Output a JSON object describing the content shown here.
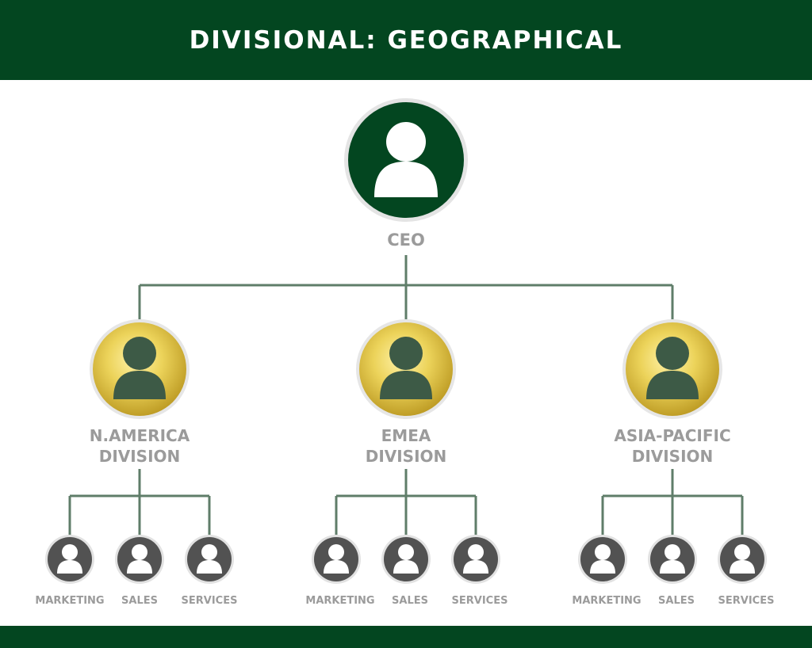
{
  "header": {
    "title": "DIVISIONAL: GEOGRAPHICAL"
  },
  "colors": {
    "brand_green": "#034620",
    "connector": "#5f7d69",
    "gold": "#e3c84a",
    "dept_gray": "#525252",
    "label_gray": "#9b9b9b"
  },
  "ceo": {
    "label": "CEO",
    "icon": "person-icon"
  },
  "divisions": [
    {
      "label_line1": "N.AMERICA",
      "label_line2": "DIVISION",
      "departments": [
        {
          "label": "MARKETING"
        },
        {
          "label": "SALES"
        },
        {
          "label": "SERVICES"
        }
      ]
    },
    {
      "label_line1": "EMEA",
      "label_line2": "DIVISION",
      "departments": [
        {
          "label": "MARKETING"
        },
        {
          "label": "SALES"
        },
        {
          "label": "SERVICES"
        }
      ]
    },
    {
      "label_line1": "ASIA-PACIFIC",
      "label_line2": "DIVISION",
      "departments": [
        {
          "label": "MARKETING"
        },
        {
          "label": "SALES"
        },
        {
          "label": "SERVICES"
        }
      ]
    }
  ]
}
